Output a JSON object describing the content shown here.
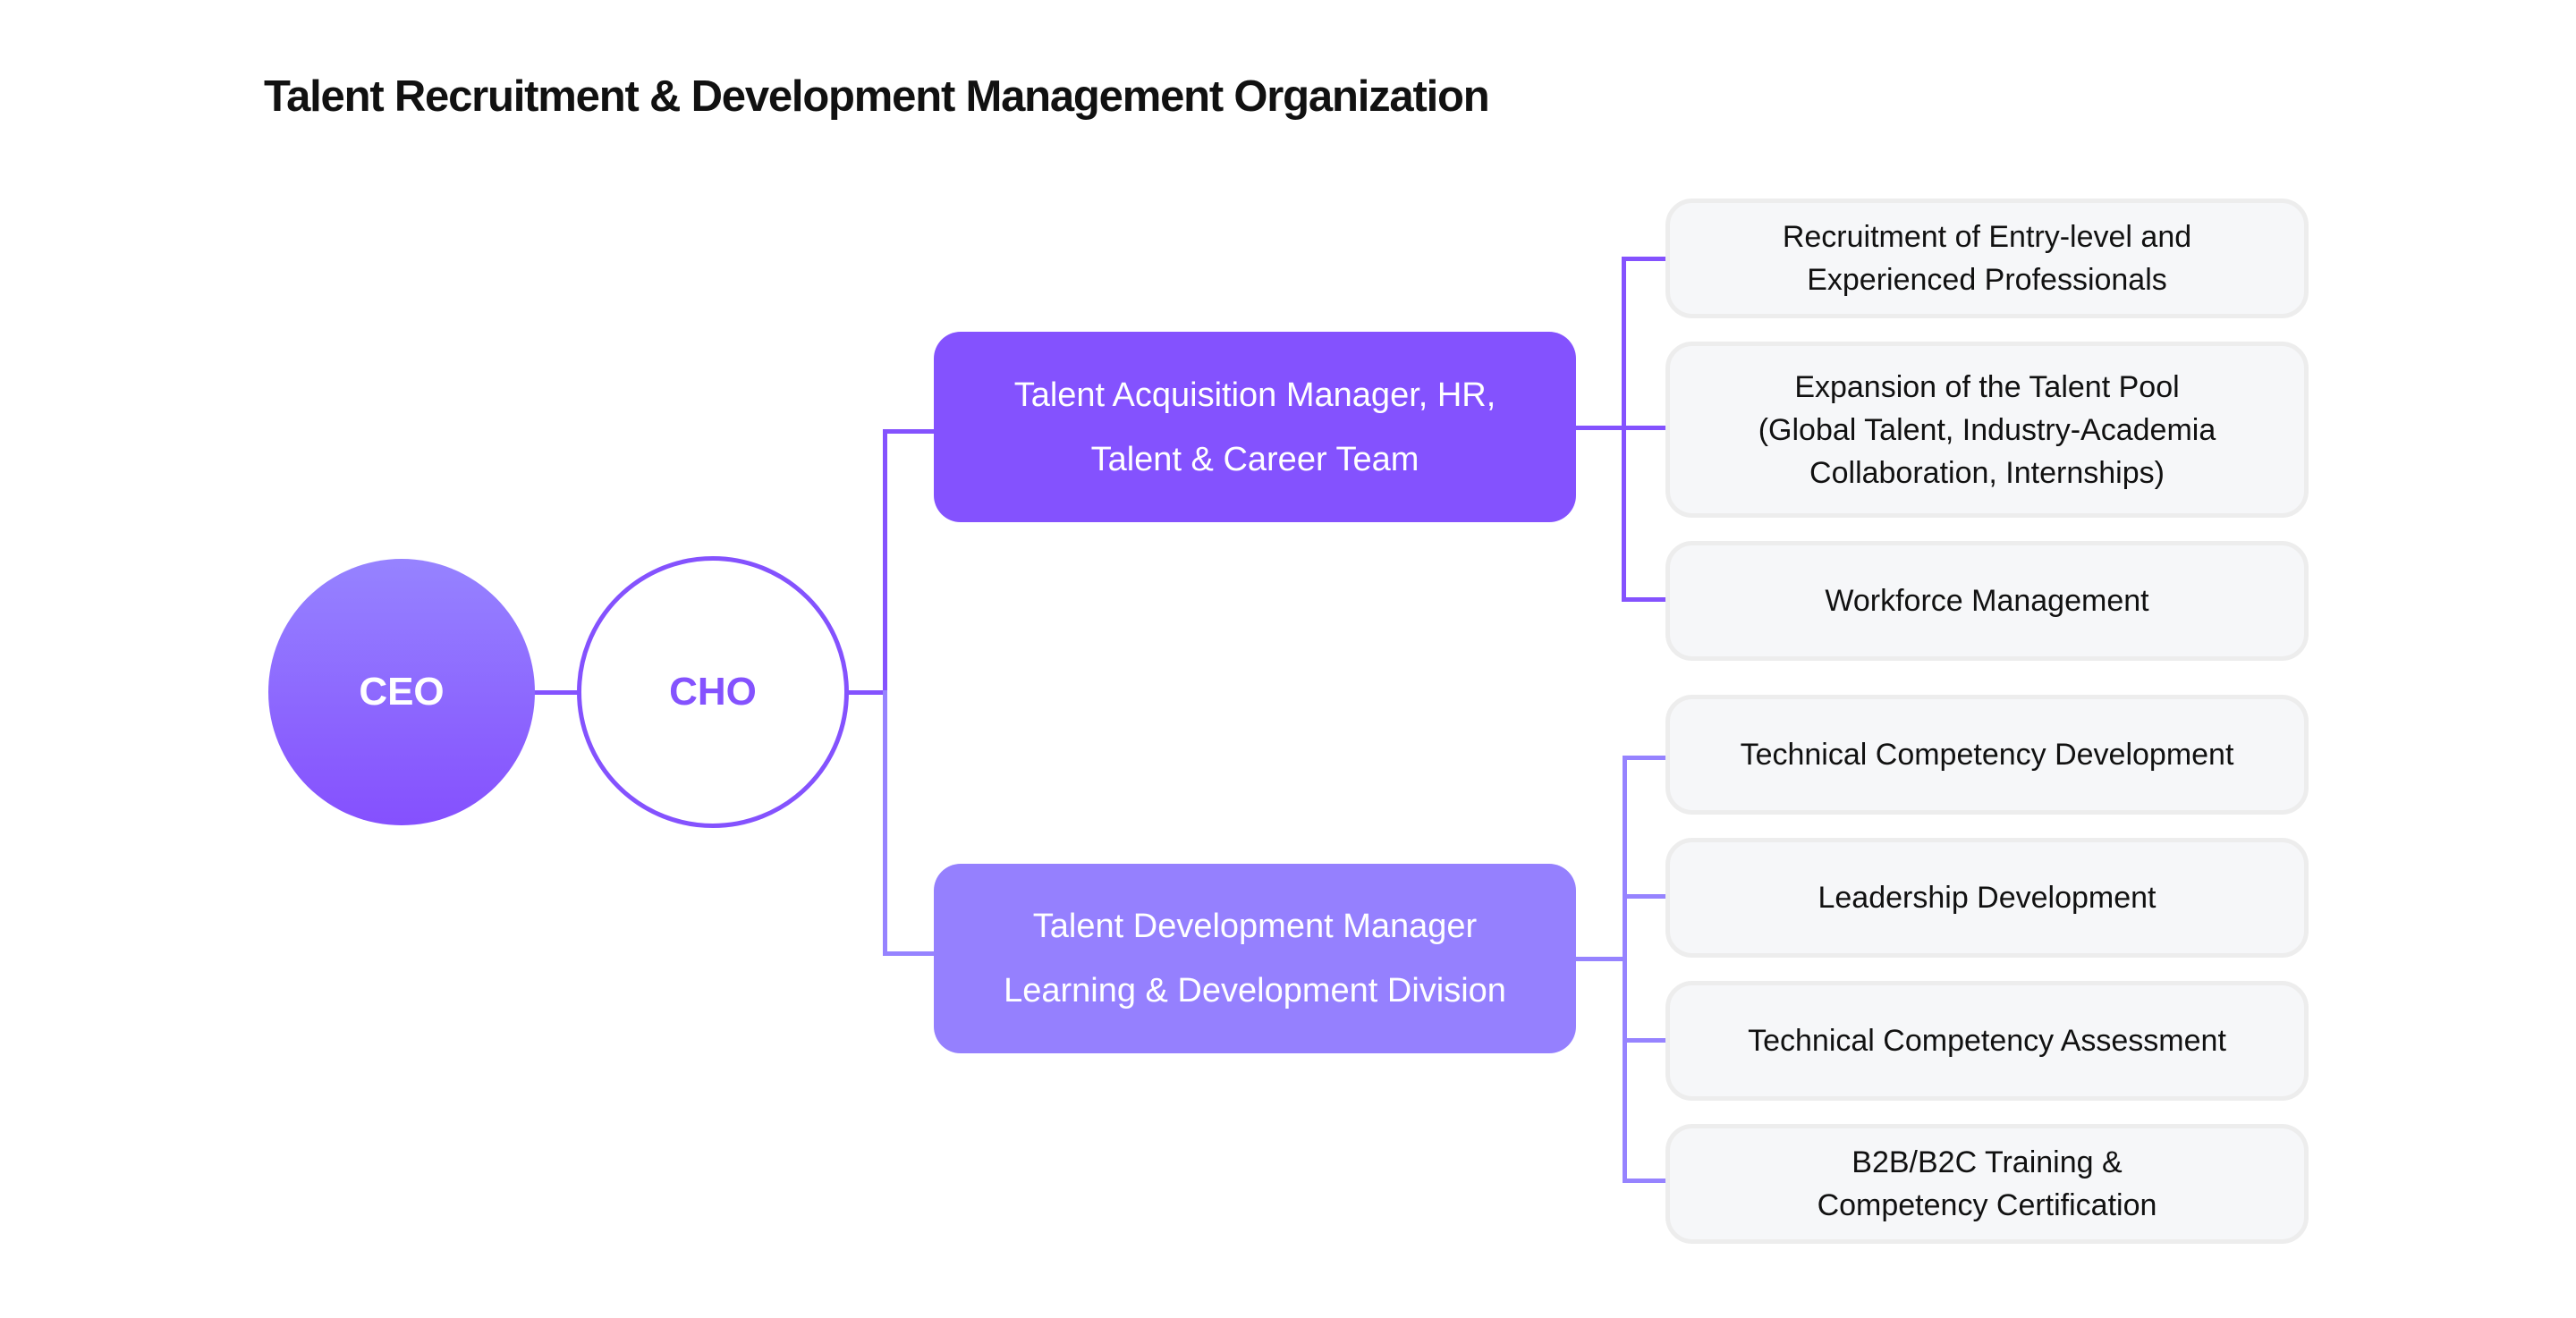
{
  "title": "Talent Recruitment & Development Management Organization",
  "colors": {
    "primary": "#8452fe",
    "secondary": "#9580fe",
    "ceo_gradient_top": "#9683ff",
    "ceo_gradient_bottom": "#8550fe",
    "task_fill": "#f6f7f9",
    "task_border": "#ededed",
    "text": "#111111"
  },
  "nodes": {
    "ceo": {
      "label": "CEO"
    },
    "cho": {
      "label": "CHO"
    },
    "managers": [
      {
        "id": "talent-acquisition",
        "lines": [
          "Talent Acquisition Manager, HR,",
          "Talent & Career Team"
        ],
        "tasks": [
          {
            "lines": [
              "Recruitment of Entry-level and",
              "Experienced Professionals"
            ]
          },
          {
            "lines": [
              "Expansion of the Talent Pool",
              "(Global Talent, Industry-Academia",
              "Collaboration, Internships)"
            ]
          },
          {
            "lines": [
              "Workforce Management"
            ]
          }
        ]
      },
      {
        "id": "talent-development",
        "lines": [
          "Talent Development Manager",
          "Learning & Development Division"
        ],
        "tasks": [
          {
            "lines": [
              "Technical Competency Development"
            ]
          },
          {
            "lines": [
              "Leadership Development"
            ]
          },
          {
            "lines": [
              "Technical Competency Assessment"
            ]
          },
          {
            "lines": [
              "B2B/B2C Training &",
              "Competency Certification"
            ]
          }
        ]
      }
    ]
  }
}
